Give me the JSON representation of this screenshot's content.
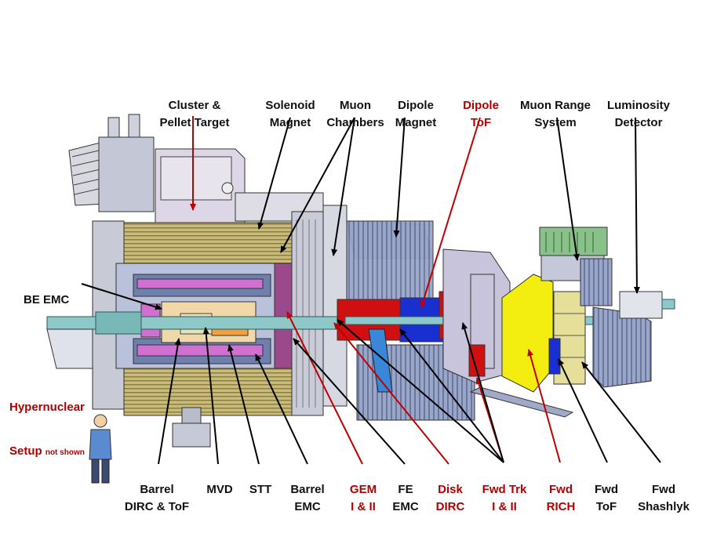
{
  "colors": {
    "label_black": "#111111",
    "label_red": "#b00000",
    "pointer_black": "#000000",
    "pointer_red": "#c00000"
  },
  "labels": {
    "cluster_pellet_target": [
      "Cluster &",
      "Pellet Target"
    ],
    "solenoid_magnet": [
      "Solenoid",
      "Magnet"
    ],
    "muon_chambers": [
      "Muon",
      "Chambers"
    ],
    "dipole_magnet": [
      "Dipole",
      "Magnet"
    ],
    "dipole_tof": [
      "Dipole",
      "ToF"
    ],
    "muon_range_system": [
      "Muon Range",
      "System"
    ],
    "luminosity_detector": [
      "Luminosity",
      "Detector"
    ],
    "be_emc": [
      "BE EMC"
    ],
    "hypernuclear": {
      "line1": "Hypernuclear",
      "line2": "Setup",
      "note": "not shown"
    },
    "barrel_dirc_tof": [
      "Barrel",
      "DIRC & ToF"
    ],
    "mvd": [
      "MVD"
    ],
    "stt": [
      "STT"
    ],
    "barrel_emc": [
      "Barrel",
      "EMC"
    ],
    "gem": [
      "GEM",
      "I & II"
    ],
    "fe_emc": [
      "FE",
      "EMC"
    ],
    "disk_dirc": [
      "Disk",
      "DIRC"
    ],
    "fwd_trk": [
      "Fwd Trk",
      "I & II"
    ],
    "fwd_rich": [
      "Fwd",
      "RICH"
    ],
    "fwd_tof": [
      "Fwd",
      "ToF"
    ],
    "fwd_shashlyk": [
      "Fwd",
      "Shashlyk"
    ]
  }
}
